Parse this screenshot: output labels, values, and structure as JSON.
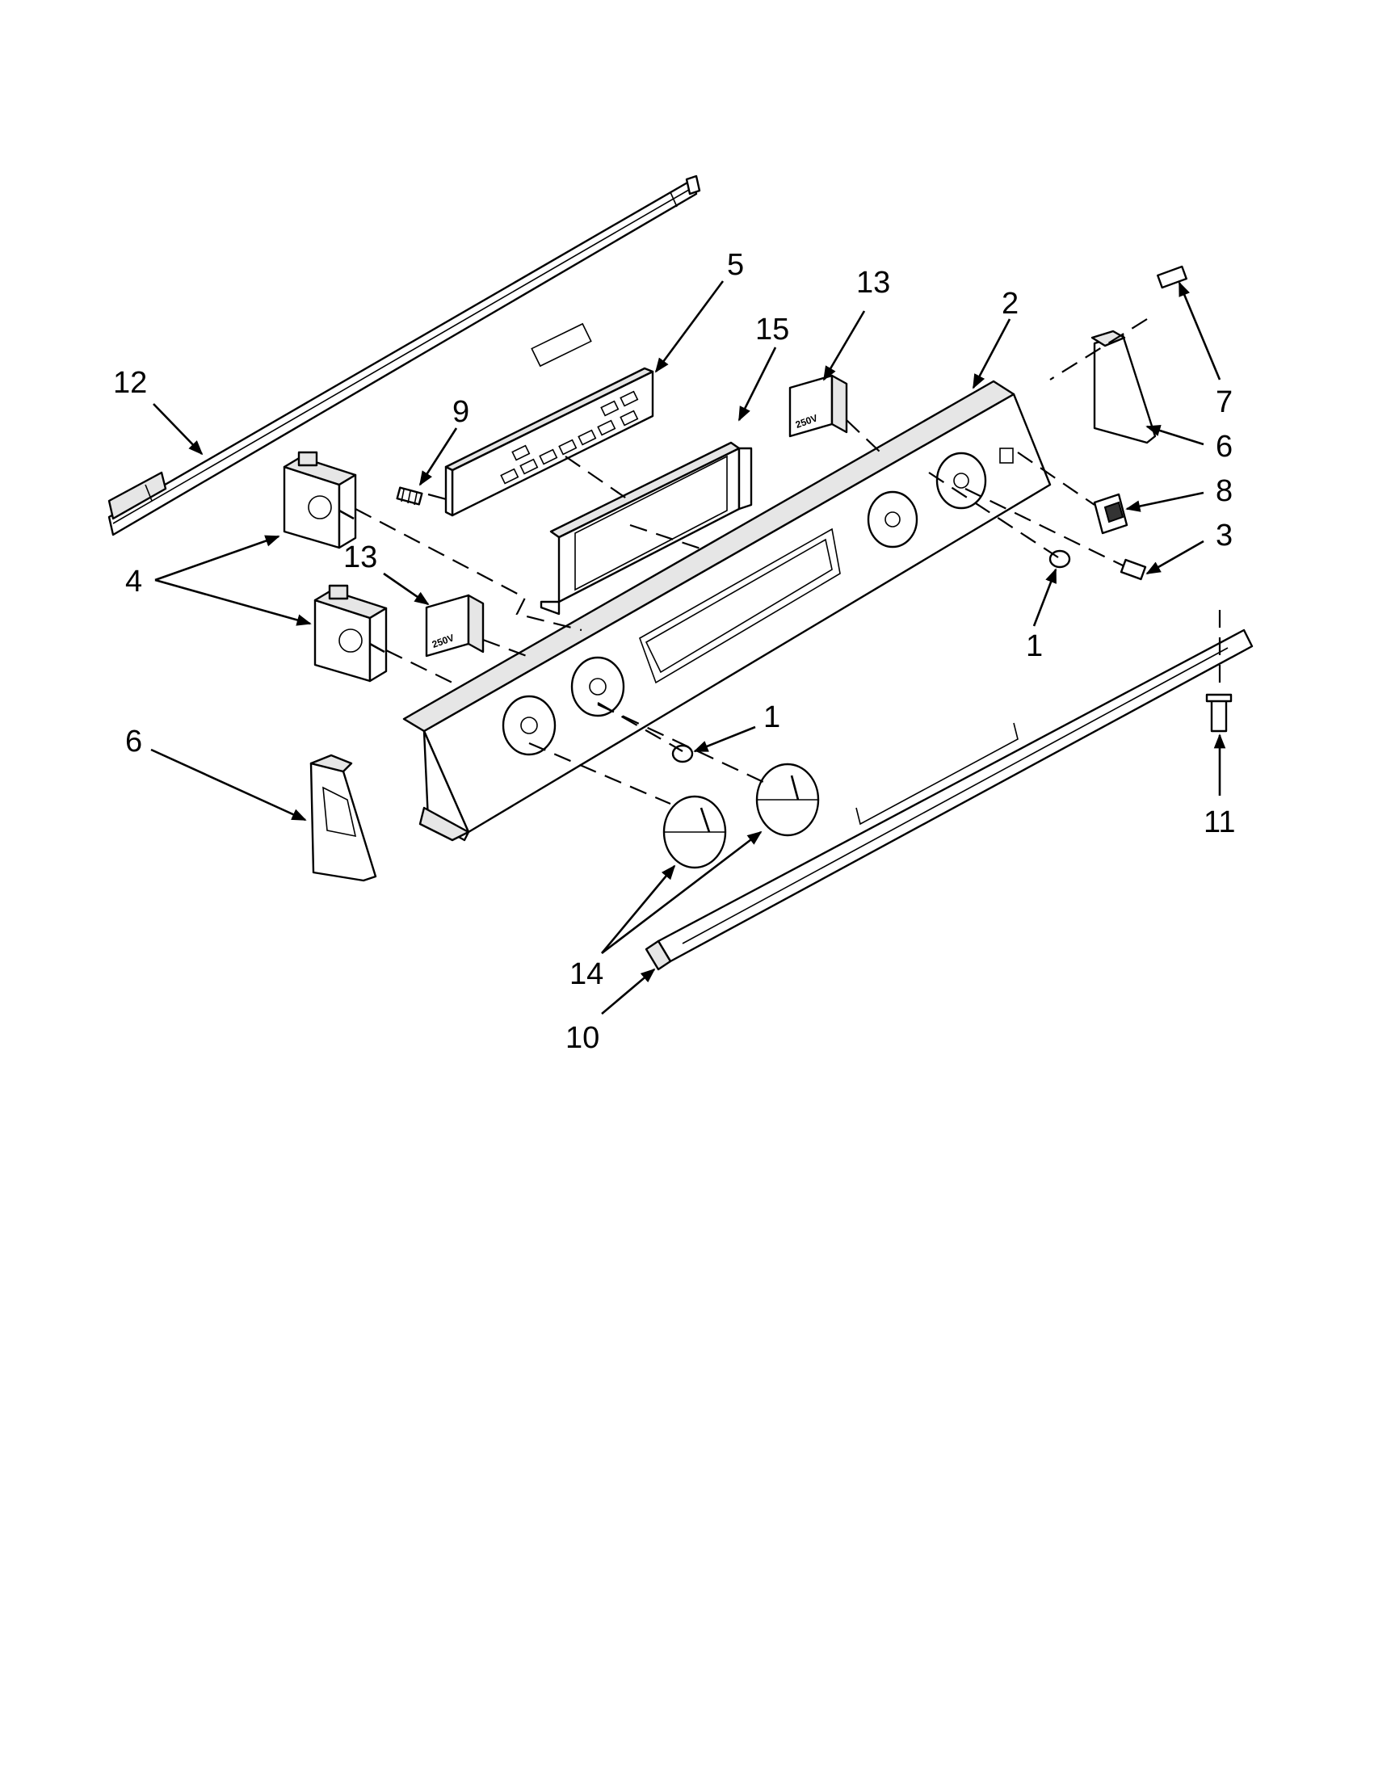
{
  "callouts": {
    "c1a": "1",
    "c1b": "1",
    "c2": "2",
    "c3": "3",
    "c4": "4",
    "c5": "5",
    "c6a": "6",
    "c6b": "6",
    "c7": "7",
    "c8": "8",
    "c9": "9",
    "c10": "10",
    "c11": "11",
    "c12": "12",
    "c13a": "13",
    "c13b": "13",
    "c14": "14",
    "c15": "15"
  },
  "switch_rating": "250V"
}
